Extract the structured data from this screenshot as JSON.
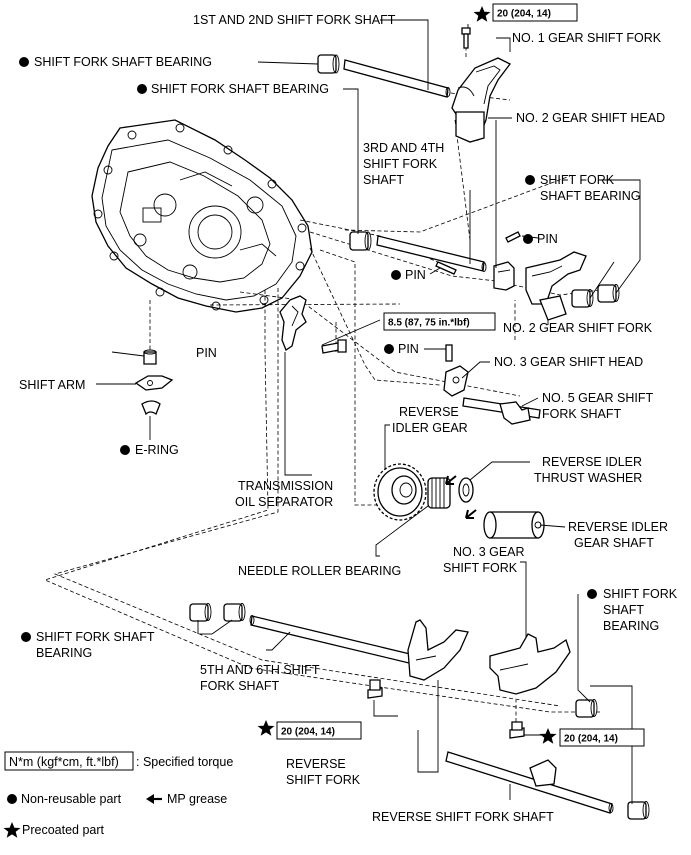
{
  "labels": {
    "first_second_shaft": "1ST AND 2ND SHIFT FORK SHAFT",
    "bearing_top_left": "SHIFT FORK SHAFT BEARING",
    "bearing_mid_left": "SHIFT FORK SHAFT BEARING",
    "no1_fork": "NO. 1 GEAR SHIFT FORK",
    "no2_head": "NO. 2 GEAR SHIFT HEAD",
    "third_fourth_1": "3RD AND 4TH",
    "third_fourth_2": "SHIFT FORK",
    "third_fourth_3": "SHAFT",
    "bearing_right_1": "SHIFT FORK",
    "bearing_right_2": "SHAFT BEARING",
    "pin_upper_right": "PIN",
    "pin_mid": "PIN",
    "no2_fork": "NO. 2 GEAR SHIFT FORK",
    "pin_left": "PIN",
    "pin_center": "PIN",
    "no3_head": "NO. 3 GEAR SHIFT HEAD",
    "shift_arm": "SHIFT ARM",
    "e_ring": "E-RING",
    "no5_shaft_1": "NO. 5 GEAR SHIFT",
    "no5_shaft_2": "FORK SHAFT",
    "idler_gear_1": "REVERSE",
    "idler_gear_2": "IDLER GEAR",
    "thrust_washer_1": "REVERSE IDLER",
    "thrust_washer_2": "THRUST WASHER",
    "oil_sep_1": "TRANSMISSION",
    "oil_sep_2": "OIL SEPARATOR",
    "idler_shaft_1": "REVERSE IDLER",
    "idler_shaft_2": "GEAR SHAFT",
    "needle_bearing": "NEEDLE ROLLER BEARING",
    "no3_fork_1": "NO. 3 GEAR",
    "no3_fork_2": "SHIFT FORK",
    "bearing_lower_left_1": "SHIFT FORK SHAFT",
    "bearing_lower_left_2": "BEARING",
    "bearing_lower_right_1": "SHIFT FORK",
    "bearing_lower_right_2": "SHAFT",
    "bearing_lower_right_3": "BEARING",
    "fifth_sixth_1": "5TH AND 6TH SHIFT",
    "fifth_sixth_2": "FORK SHAFT",
    "rev_fork_1": "REVERSE",
    "rev_fork_2": "SHIFT FORK",
    "rev_shaft": "REVERSE SHIFT FORK SHAFT"
  },
  "torques": {
    "top": "20 (204, 14)",
    "oil_separator": "8.5 (87, 75 in.*lbf)",
    "lower_left": "20 (204, 14)",
    "lower_right": "20 (204, 14)"
  },
  "legend": {
    "torque_box": "N*m (kgf*cm, ft.*lbf)",
    "torque_desc": ": Specified torque",
    "non_reusable": "Non-reusable part",
    "mp_grease": "MP grease",
    "precoated": "Precoated part"
  }
}
